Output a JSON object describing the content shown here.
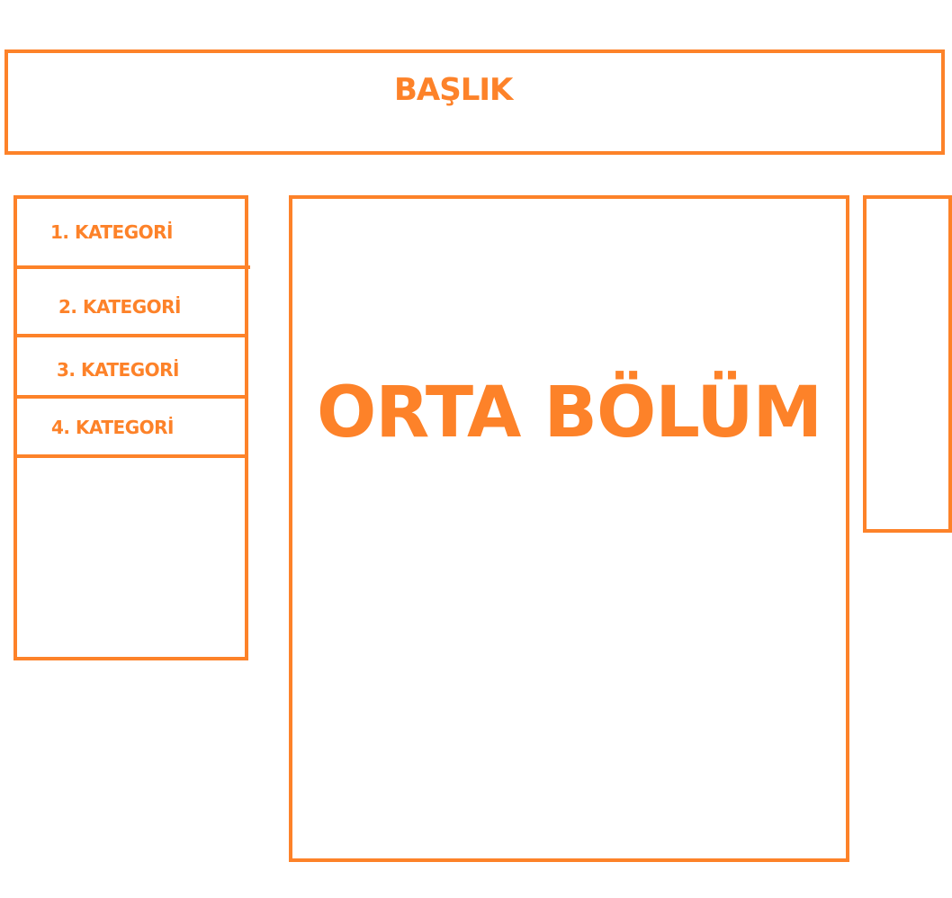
{
  "header": {
    "title": "BAŞLIK"
  },
  "sidebar": {
    "items": [
      {
        "label": "1. KATEGORİ"
      },
      {
        "label": "2. KATEGORİ"
      },
      {
        "label": "3. KATEGORİ"
      },
      {
        "label": "4. KATEGORİ"
      }
    ]
  },
  "main": {
    "title": "ORTA BÖLÜM"
  },
  "colors": {
    "accent": "#fd8229",
    "background": "#ffffff"
  }
}
